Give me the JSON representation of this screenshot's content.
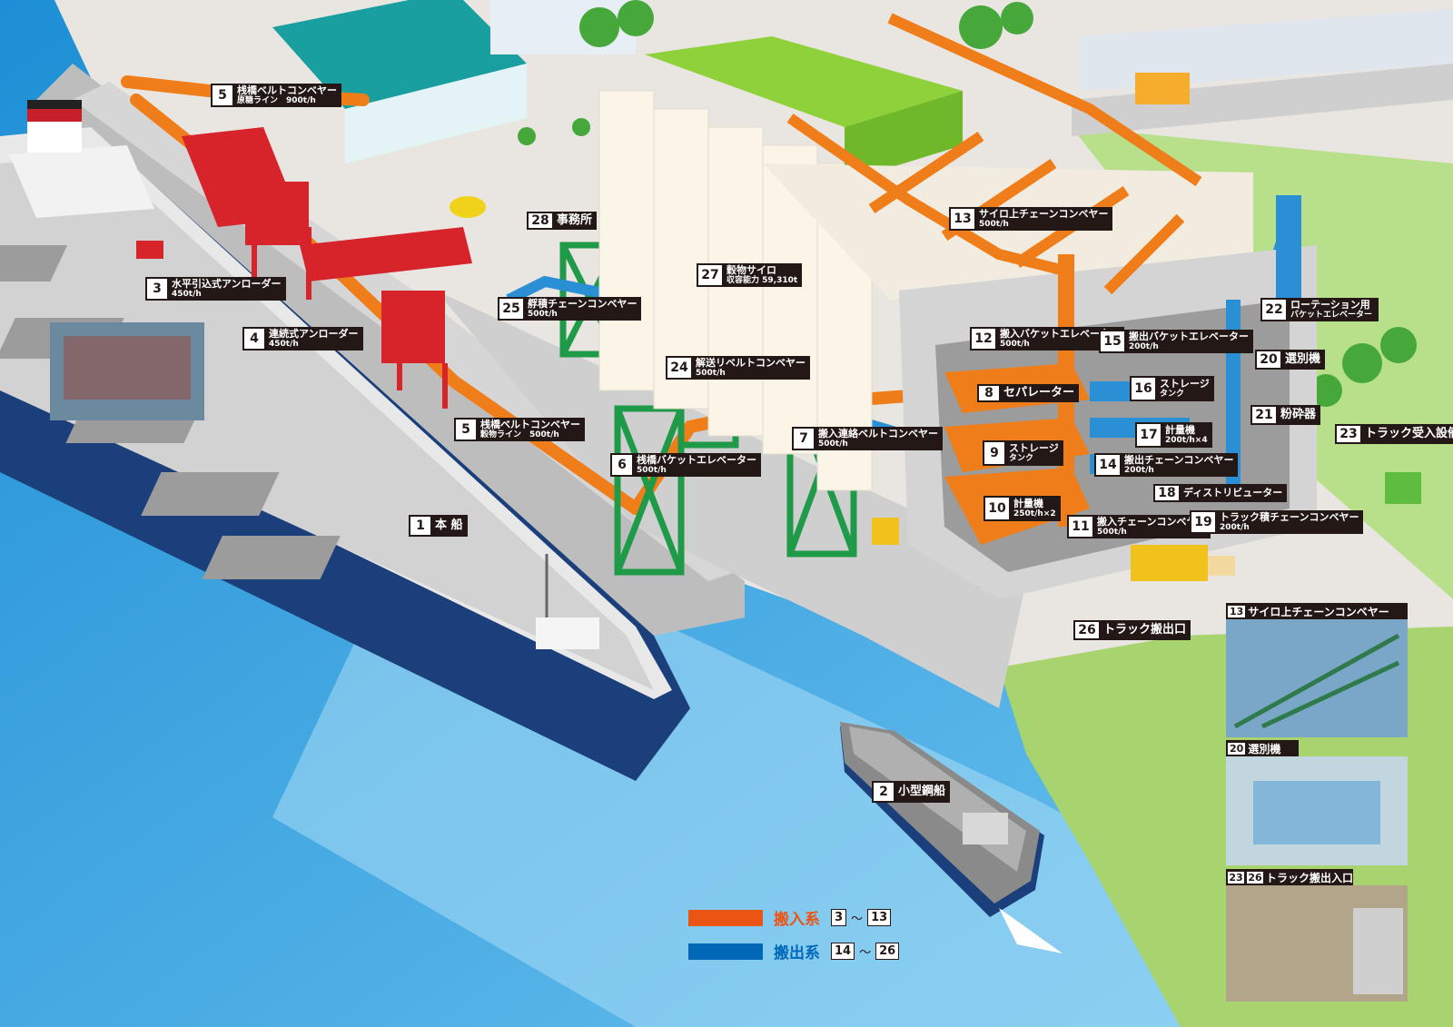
{
  "labels": [
    {
      "id": "l5a",
      "num": "5",
      "line1": "桟橋ベルトコンベヤー",
      "line2": "原糖ライン　900t/h"
    },
    {
      "id": "l3",
      "num": "3",
      "line1": "水平引込式アンローダー",
      "line2": "450t/h"
    },
    {
      "id": "l4",
      "num": "4",
      "line1": "連続式アンローダー",
      "line2": "450t/h"
    },
    {
      "id": "l5b",
      "num": "5",
      "line1": "桟橋ベルトコンベヤー",
      "line2": "穀物ライン　500t/h"
    },
    {
      "id": "l28",
      "num": "28",
      "line1": "事務所",
      "line2": ""
    },
    {
      "id": "l25",
      "num": "25",
      "line1": "艀積チェーンコンベヤー",
      "line2": "500t/h"
    },
    {
      "id": "l27",
      "num": "27",
      "line1": "穀物サイロ",
      "line2": "収容能力 59,310t"
    },
    {
      "id": "l24",
      "num": "24",
      "line1": "解送リベルトコンベヤー",
      "line2": "500t/h"
    },
    {
      "id": "l6",
      "num": "6",
      "line1": "桟橋バケットエレベーター",
      "line2": "500t/h"
    },
    {
      "id": "l7",
      "num": "7",
      "line1": "搬入連絡ベルトコンベヤー",
      "line2": "500t/h"
    },
    {
      "id": "l13",
      "num": "13",
      "line1": "サイロ上チェーンコンベヤー",
      "line2": "500t/h"
    },
    {
      "id": "l12",
      "num": "12",
      "line1": "搬入バケットエレベーター",
      "line2": "500t/h"
    },
    {
      "id": "l8",
      "num": "8",
      "line1": "セパレーター",
      "line2": ""
    },
    {
      "id": "l9",
      "num": "9",
      "line1": "ストレージ",
      "line2": "タンク"
    },
    {
      "id": "l10",
      "num": "10",
      "line1": "計量機",
      "line2": "250t/h×2"
    },
    {
      "id": "l11",
      "num": "11",
      "line1": "搬入チェーンコンベヤー",
      "line2": "500t/h"
    },
    {
      "id": "l15",
      "num": "15",
      "line1": "搬出バケットエレベーター",
      "line2": "200t/h"
    },
    {
      "id": "l16",
      "num": "16",
      "line1": "ストレージ",
      "line2": "タンク"
    },
    {
      "id": "l17",
      "num": "17",
      "line1": "計量機",
      "line2": "200t/h×4"
    },
    {
      "id": "l14",
      "num": "14",
      "line1": "搬出チェーンコンベヤー",
      "line2": "200t/h"
    },
    {
      "id": "l18",
      "num": "18",
      "line1": "ディストリビューター",
      "line2": ""
    },
    {
      "id": "l19",
      "num": "19",
      "line1": "トラック積チェーンコンベヤー",
      "line2": "200t/h"
    },
    {
      "id": "l22",
      "num": "22",
      "line1": "ローテーション用",
      "line2": "バケットエレベーター"
    },
    {
      "id": "l20",
      "num": "20",
      "line1": "選別機",
      "line2": ""
    },
    {
      "id": "l21",
      "num": "21",
      "line1": "粉砕器",
      "line2": ""
    },
    {
      "id": "l23",
      "num": "23",
      "line1": "トラック受入設備",
      "line2": ""
    },
    {
      "id": "l26",
      "num": "26",
      "line1": "トラック搬出口",
      "line2": ""
    },
    {
      "id": "l1",
      "num": "1",
      "line1": "本 船",
      "line2": ""
    },
    {
      "id": "l2",
      "num": "2",
      "line1": "小型鋼船",
      "line2": ""
    }
  ],
  "photos": [
    {
      "nums": [
        "13"
      ],
      "title": "サイロ上チェーンコンベヤー"
    },
    {
      "nums": [
        "20"
      ],
      "title": "選別機"
    },
    {
      "nums": [
        "23",
        "26"
      ],
      "title": "トラック搬出入口"
    }
  ],
  "legend": [
    {
      "name": "搬入系",
      "from": "3",
      "to": "13",
      "color": "#ea5514"
    },
    {
      "name": "搬出系",
      "from": "14",
      "to": "26",
      "color": "#0068b7"
    }
  ],
  "legend_tilde": "～",
  "colors": {
    "inbound": "#ef7d1a",
    "outbound": "#2b8fd6",
    "crane": "#d7232a",
    "tower": "#1f9a48",
    "water": "#5fb6e8"
  }
}
